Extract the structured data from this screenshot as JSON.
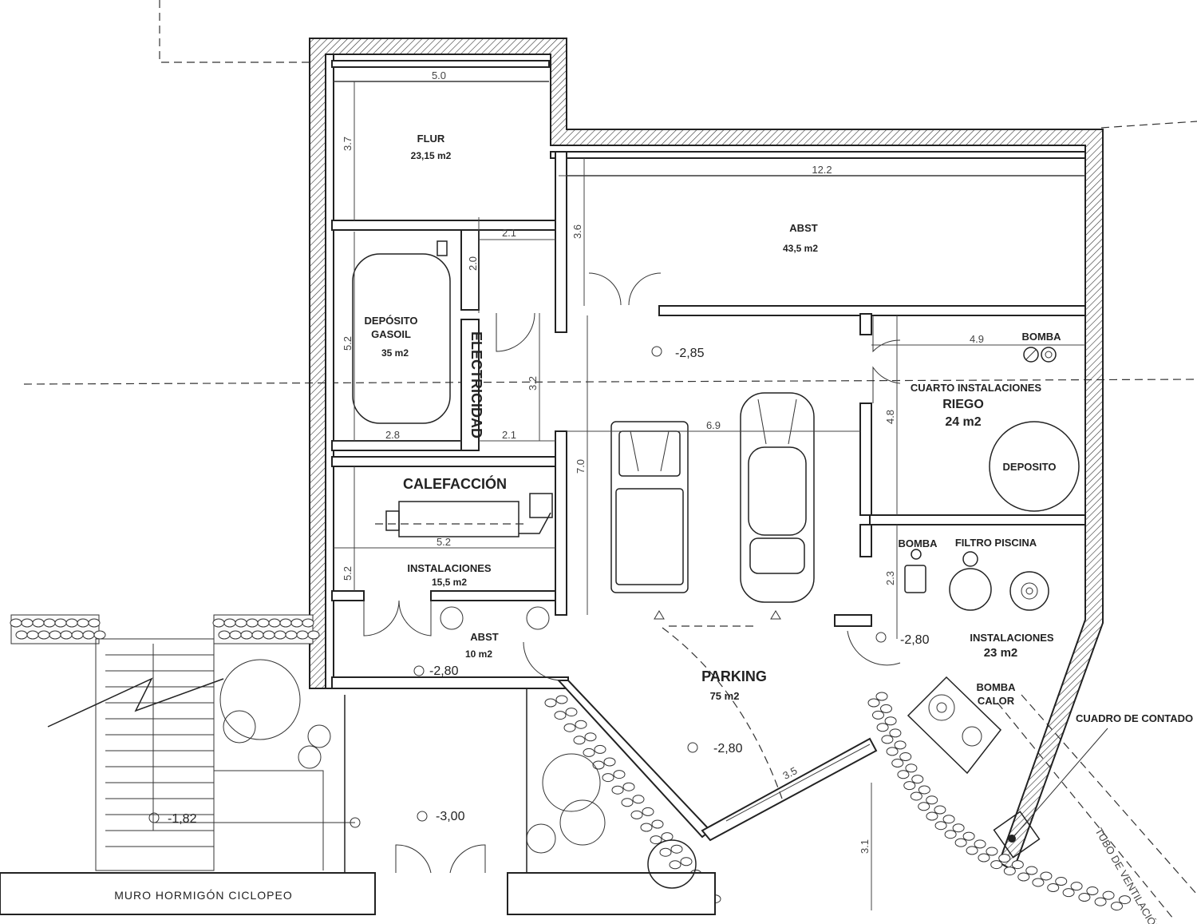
{
  "rooms": {
    "flur": {
      "name": "FLUR",
      "area": "23,15  m2"
    },
    "abst_top": {
      "name": "ABST",
      "area": "43,5  m2"
    },
    "deposito_gasoil": {
      "name1": "DEPÓSITO",
      "name2": "GASOIL",
      "area": "35  m2"
    },
    "electricidad": {
      "name": "ELECTRICIDAD"
    },
    "calefaccion": {
      "name": "CALEFACCIÓN"
    },
    "instalaciones_left": {
      "name": "INSTALACIONES",
      "area": "15,5  m2"
    },
    "abst_small": {
      "name": "ABST",
      "area": "10  m2"
    },
    "parking": {
      "name": "PARKING",
      "area": "75  m2"
    },
    "riego": {
      "name1": "CUARTO INSTALACIONES",
      "name2": "RIEGO",
      "area": "24  m2"
    },
    "deposito": {
      "name": "DEPOSITO"
    },
    "bomba_top": {
      "name": "BOMBA"
    },
    "instalaciones_right": {
      "bomba": "BOMBA",
      "filtro": "FILTRO PISCINA",
      "name": "INSTALACIONES",
      "area": "23 m2"
    },
    "bomba_calor": {
      "name1": "BOMBA",
      "name2": "CALOR"
    }
  },
  "labels": {
    "cuadro": "CUADRO DE CONTADO",
    "tubo": "TUBO DE VENTILACIÓN",
    "muro": "MURO HORMIGÓN CICLOPEO"
  },
  "levels": {
    "l285": "-2,85",
    "l280_left": "-2,80",
    "l280_right": "-2,80",
    "l280_parking": "-2,80",
    "l182": "-1,82",
    "l300": "-3,00"
  },
  "dimensions": {
    "d50": "5.0",
    "d37": "3.7",
    "d122": "12.2",
    "d36": "3.6",
    "d21a": "2.1",
    "d20": "2.0",
    "d52a": "5.2",
    "d32": "3.2",
    "d28": "2.8",
    "d21b": "2.1",
    "d69": "6.9",
    "d70": "7.0",
    "d52b": "5.2",
    "d52c": "5.2",
    "d49": "4.9",
    "d48": "4.8",
    "d23": "2.3",
    "d35": "3.5",
    "d31": "3.1"
  }
}
